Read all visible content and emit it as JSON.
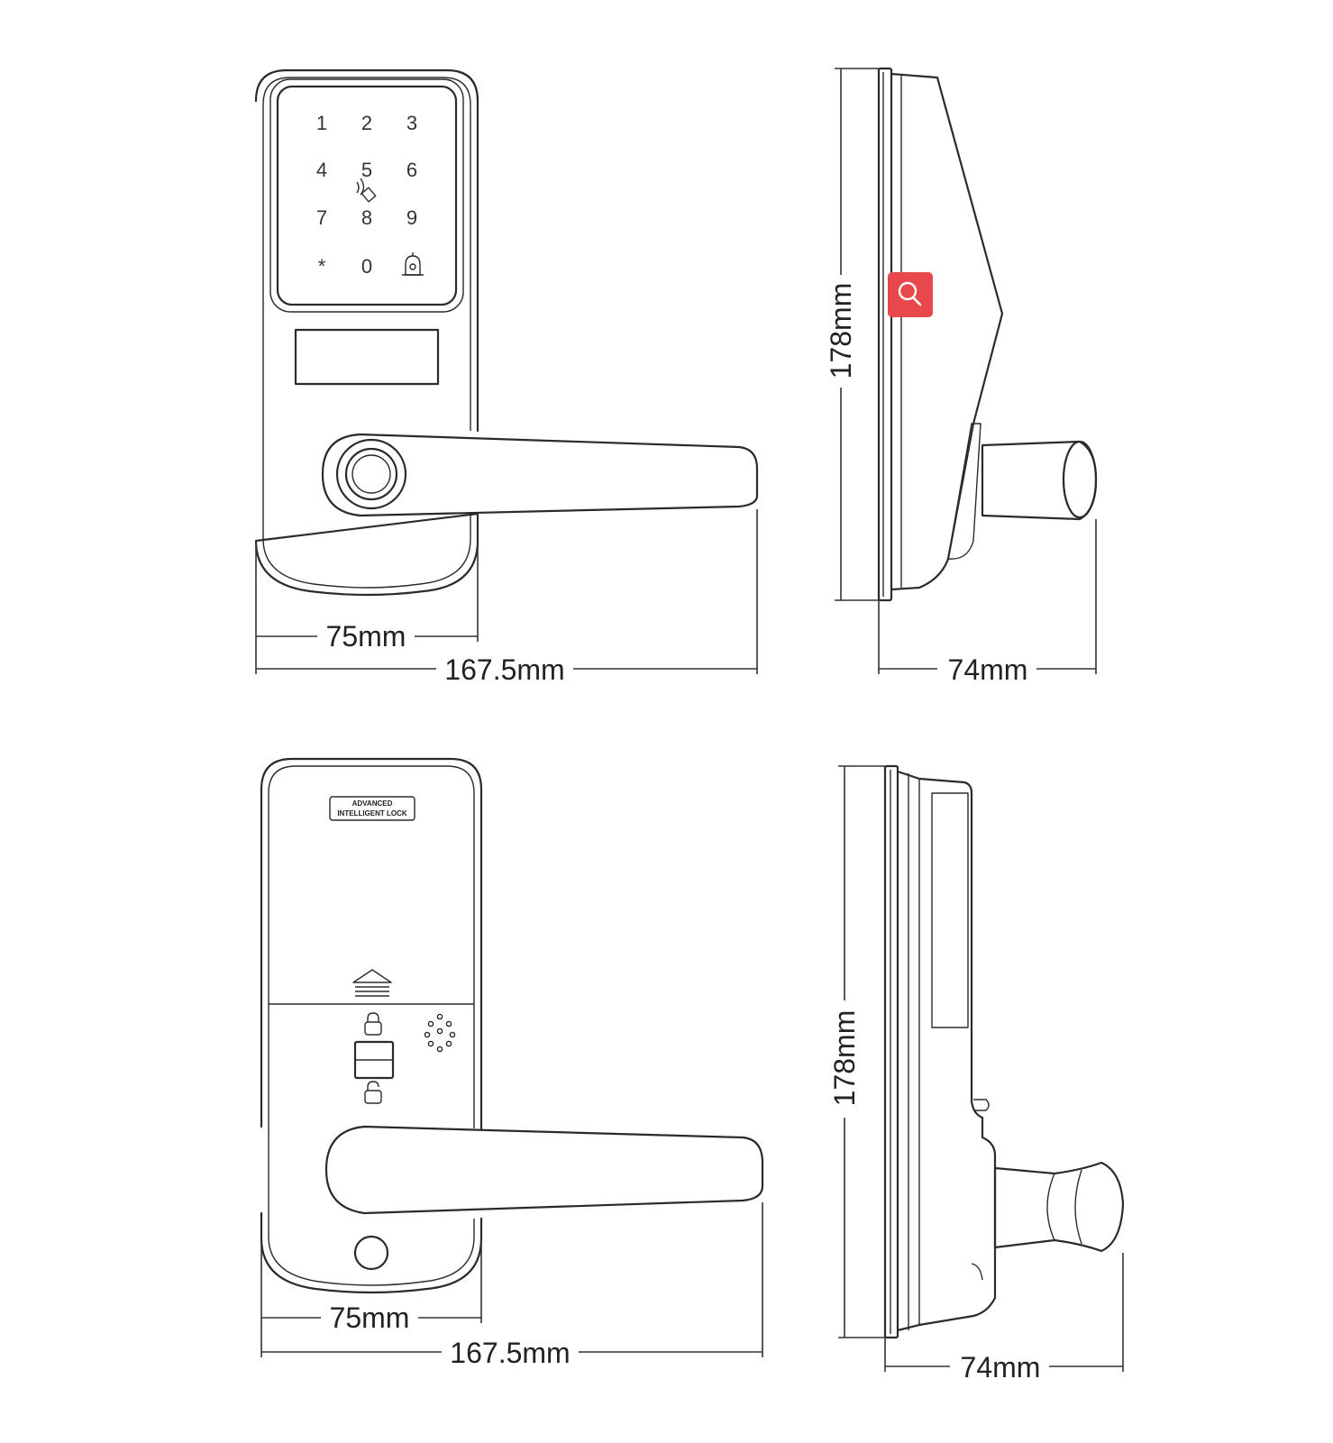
{
  "keypad": {
    "keys": [
      "1",
      "2",
      "3",
      "4",
      "5",
      "6",
      "7",
      "8",
      "9",
      "*",
      "0"
    ]
  },
  "back_label": {
    "line1": "ADVANCED",
    "line2": "INTELLIGENT LOCK"
  },
  "dimensions": {
    "front_width": "75mm",
    "front_total": "167.5mm",
    "side_height": "178mm",
    "side_depth": "74mm",
    "back_width": "75mm",
    "back_total": "167.5mm",
    "side2_height": "178mm",
    "side2_depth": "74mm"
  },
  "colors": {
    "line": "#2b2b2b",
    "search_badge": "#e8474b"
  },
  "icons": [
    "rfid-card-icon",
    "bell-icon",
    "search-icon",
    "lock-icon",
    "arrow-up-icon",
    "speaker-holes-icon"
  ]
}
